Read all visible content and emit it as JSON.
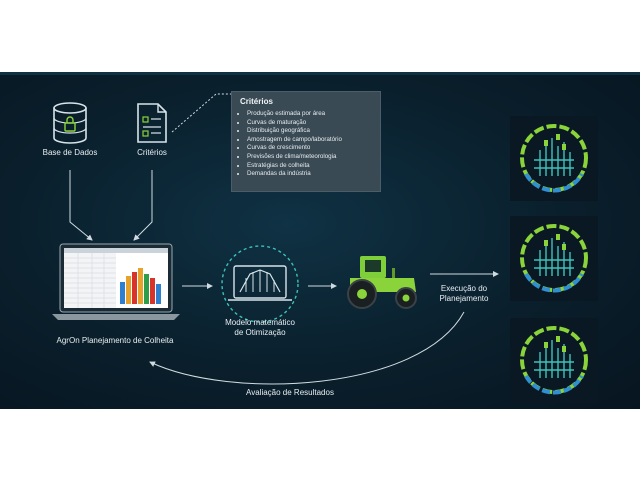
{
  "nodes": {
    "database": "Base de Dados",
    "criteria": "Critérios",
    "planner": "AgrOn Planejamento de Colheita",
    "model_line1": "Modelo matemático",
    "model_line2": "de Otimização",
    "execution_line1": "Execução do",
    "execution_line2": "Planejamento",
    "evaluation": "Avaliação de Resultados"
  },
  "criteria_box": {
    "title": "Critérios",
    "items": [
      "Produção estimada por área",
      "Curvas de maturação",
      "Distribuição geográfica",
      "Amostragem de campo/laboratório",
      "Curvas de crescimento",
      "Previsões de clima/meteorologia",
      "Estratégias de colheita",
      "Demandas da indústria"
    ]
  },
  "colors": {
    "background": "#0b2230",
    "accent_green": "#8bd33a",
    "accent_teal": "#3ec2b8",
    "accent_blue": "#2f8fd0",
    "icon_line": "#d8e4ea"
  },
  "icons": [
    "database-icon",
    "document-icon",
    "laptop-icon",
    "optimization-model-icon",
    "tractor-icon",
    "field-crop-icon"
  ]
}
